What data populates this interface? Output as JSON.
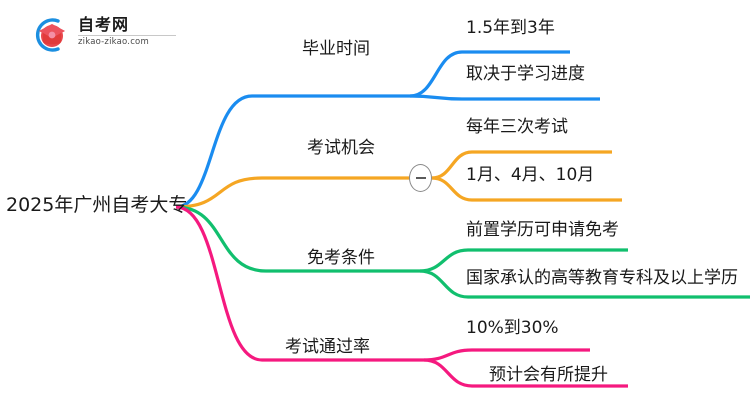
{
  "logo": {
    "title": "自考网",
    "domain": "zikao-zikao.com",
    "mark_icon": "graduation-cap-logo-icon",
    "arc_color": "#1C8FE0",
    "cap_color": "#E23B3B",
    "cap_accent_color": "#F06292"
  },
  "mindmap": {
    "root": {
      "label": "2025年广州自考大专"
    },
    "branches": [
      {
        "label": "毕业时间",
        "color": "#1A8CF0",
        "collapsible": false,
        "children": [
          {
            "label": "1.5年到3年"
          },
          {
            "label": "取决于学习进度"
          }
        ]
      },
      {
        "label": "考试机会",
        "color": "#F5A623",
        "collapsible": true,
        "toggle_icon": "minus-circle-icon",
        "children": [
          {
            "label": "每年三次考试"
          },
          {
            "label": "1月、4月、10月"
          }
        ]
      },
      {
        "label": "免考条件",
        "color": "#11BF6E",
        "collapsible": false,
        "children": [
          {
            "label": "前置学历可申请免考"
          },
          {
            "label": "国家承认的高等教育专科及以上学历"
          }
        ]
      },
      {
        "label": "考试通过率",
        "color": "#F5197F",
        "collapsible": false,
        "children": [
          {
            "label": "10%到30%"
          },
          {
            "label": "预计会有所提升"
          }
        ]
      }
    ]
  }
}
